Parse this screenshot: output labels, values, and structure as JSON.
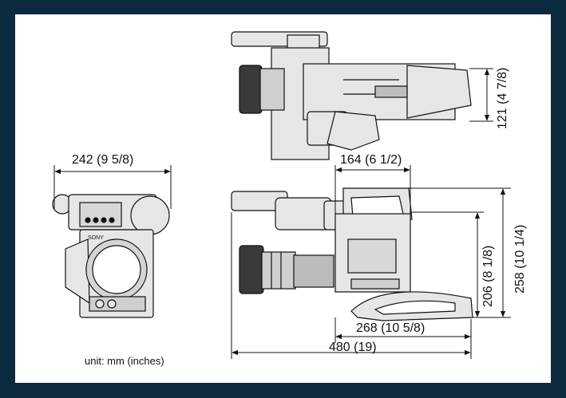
{
  "dimensions": {
    "top_height": "121 (4 7/8)",
    "front_width": "242 (9 5/8)",
    "side_body_width": "164 (6 1/2)",
    "side_height_inner": "206 (8 1/8)",
    "side_height_total": "258 (10 1/4)",
    "side_length_inner": "268 (10 5/8)",
    "side_length_total": "480 (19)"
  },
  "units_note": "unit: mm (inches)",
  "brand_label": "SONY",
  "colors": {
    "frame": "#0c2a3e",
    "panel": "#ffffff",
    "ink": "#111111",
    "fill": "#e6e6e6",
    "dark": "#3a3a3a"
  }
}
